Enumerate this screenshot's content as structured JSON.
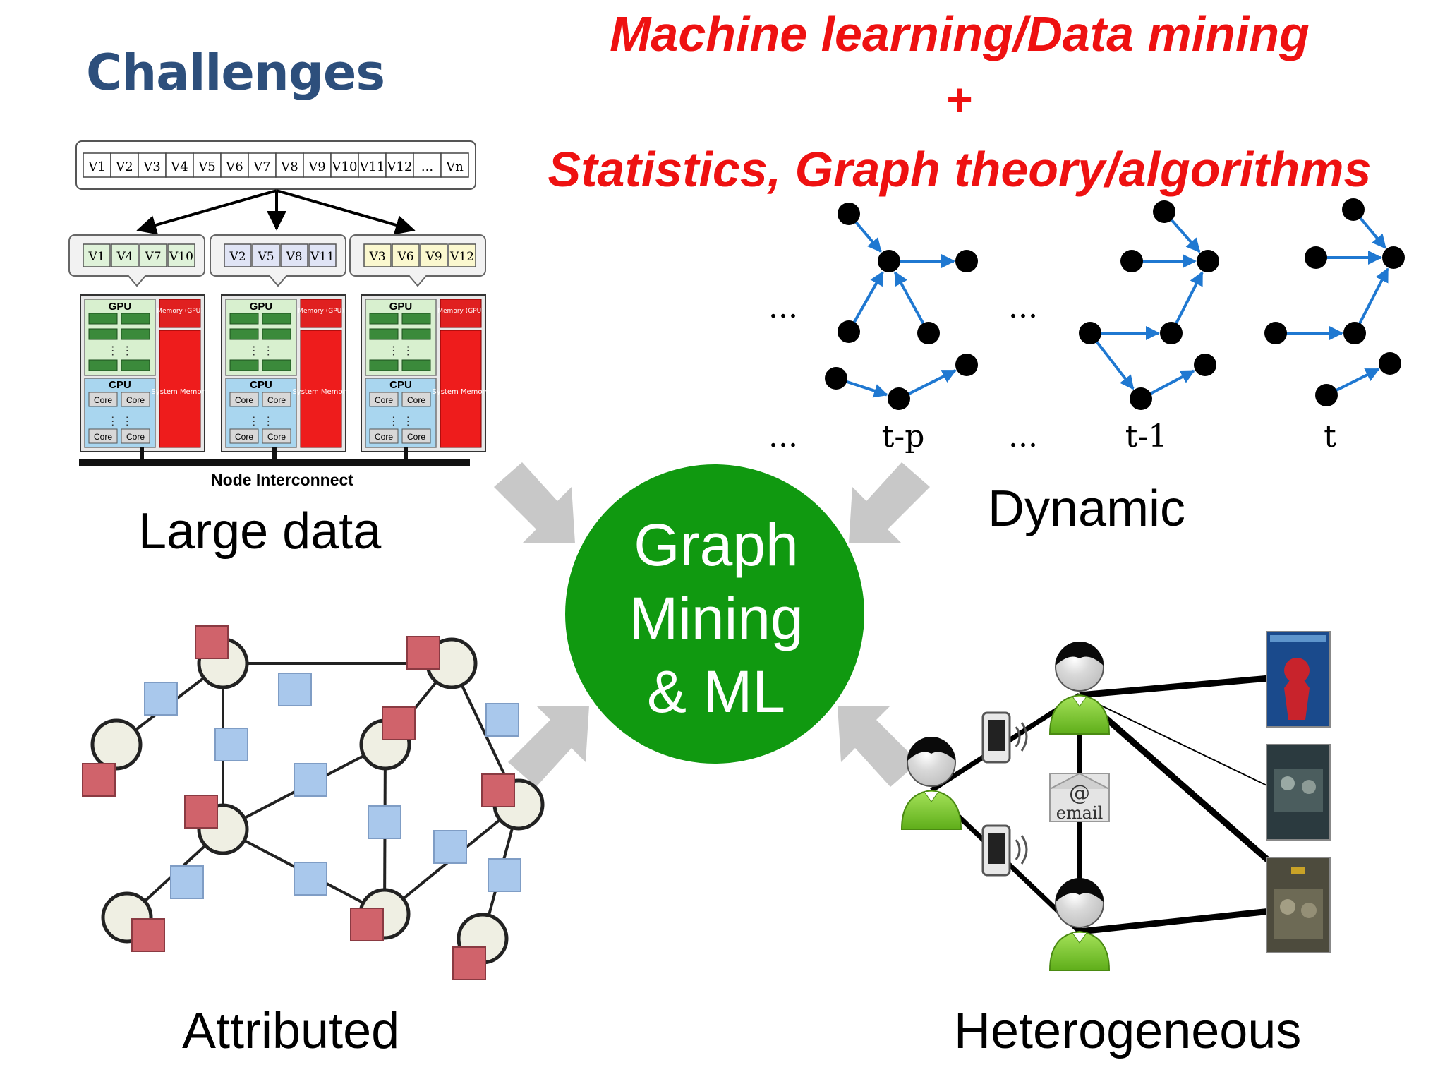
{
  "header": {
    "challenges": "Challenges",
    "line1": "Machine learning/Data mining",
    "plus": "+",
    "line2": "Statistics, Graph theory/algorithms"
  },
  "center": {
    "line1": "Graph",
    "line2": "Mining",
    "line3": "& ML"
  },
  "captions": {
    "large_data": "Large data",
    "dynamic": "Dynamic",
    "attributed": "Attributed",
    "heterogeneous": "Heterogeneous"
  },
  "large_data_panel": {
    "vector_cells": [
      "V1",
      "V2",
      "V3",
      "V4",
      "V5",
      "V6",
      "V7",
      "V8",
      "V9",
      "V10",
      "V11",
      "V12",
      "...",
      "Vn"
    ],
    "groups": [
      {
        "cells": [
          "V1",
          "V4",
          "V7",
          "V10"
        ],
        "color": "#dff2d9"
      },
      {
        "cells": [
          "V2",
          "V5",
          "V8",
          "V11"
        ],
        "color": "#e0e4f5"
      },
      {
        "cells": [
          "V3",
          "V6",
          "V9",
          "V12"
        ],
        "color": "#fbf8cf"
      }
    ],
    "gpu_label": "GPU",
    "cpu_label": "CPU",
    "core_label": "Core",
    "memory_gpu_label": "Memory (GPU)",
    "system_memory_label": "System Memory",
    "interconnect_label": "Node Interconnect"
  },
  "dynamic_panel": {
    "time_labels": [
      "...",
      "t-p",
      "...",
      "t-1",
      "t"
    ],
    "ellipsis": "...",
    "edge_color": "#1f78d1"
  },
  "heterogeneous_panel": {
    "email_at": "@",
    "email_label": "email"
  },
  "colors": {
    "header_red": "#ee1111",
    "center_green": "#109910",
    "attr_red": "#d0636b",
    "attr_blue": "#a9c8ec",
    "person_green": "#7ed321"
  }
}
